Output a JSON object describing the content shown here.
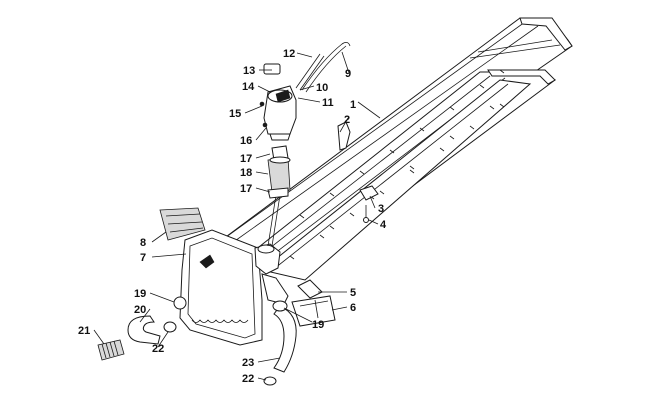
{
  "callouts": [
    {
      "id": "1",
      "label": "1"
    },
    {
      "id": "2",
      "label": "2"
    },
    {
      "id": "3",
      "label": "3"
    },
    {
      "id": "4",
      "label": "4"
    },
    {
      "id": "5",
      "label": "5"
    },
    {
      "id": "6",
      "label": "6"
    },
    {
      "id": "7",
      "label": "7"
    },
    {
      "id": "8",
      "label": "8"
    },
    {
      "id": "9",
      "label": "9"
    },
    {
      "id": "10",
      "label": "10"
    },
    {
      "id": "11",
      "label": "11"
    },
    {
      "id": "12",
      "label": "12"
    },
    {
      "id": "13",
      "label": "13"
    },
    {
      "id": "14",
      "label": "14"
    },
    {
      "id": "15",
      "label": "15"
    },
    {
      "id": "16",
      "label": "16"
    },
    {
      "id": "17a",
      "label": "17"
    },
    {
      "id": "17b",
      "label": "17"
    },
    {
      "id": "18",
      "label": "18"
    },
    {
      "id": "19a",
      "label": "19"
    },
    {
      "id": "19b",
      "label": "19"
    },
    {
      "id": "20",
      "label": "20"
    },
    {
      "id": "21",
      "label": "21"
    },
    {
      "id": "22a",
      "label": "22"
    },
    {
      "id": "22b",
      "label": "22"
    },
    {
      "id": "23",
      "label": "23"
    }
  ]
}
